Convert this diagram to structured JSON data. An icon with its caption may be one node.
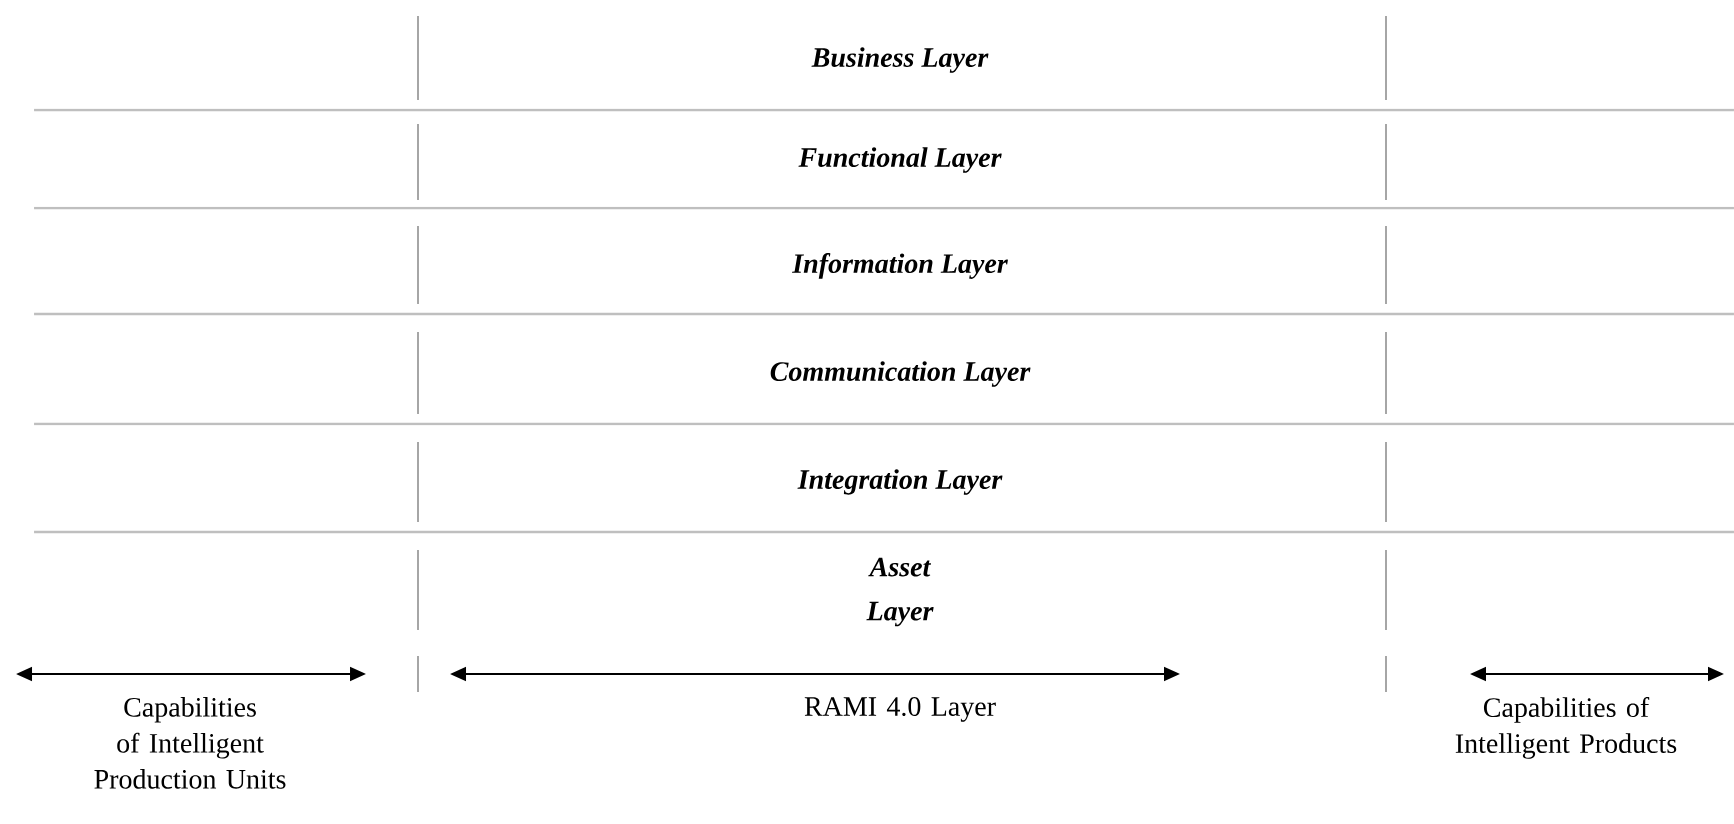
{
  "diagram": {
    "labels": [
      "Business Layer",
      "Functional Layer",
      "Information Layer",
      "Communication Layer",
      "Integration Layer",
      "Asset Layer",
      "Capabilities of Intelligent Production Units",
      "RAMI 4.0 Layer",
      "Capabilities of Intelligent Products"
    ]
  }
}
